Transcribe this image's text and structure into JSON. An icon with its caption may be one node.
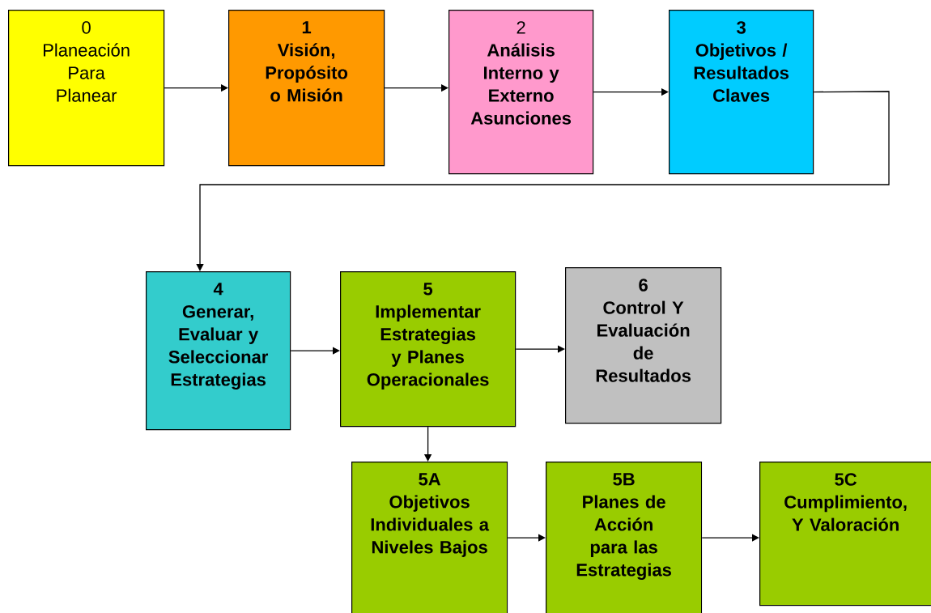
{
  "diagram": {
    "nodes": [
      {
        "text": [
          "0",
          "Planeación Para Planear"
        ]
      },
      {
        "text": [
          "1",
          "Visión, Propósito o Misión"
        ]
      },
      {
        "text": [
          "2",
          "Análisis Interno y Externo Asunciones"
        ]
      },
      {
        "text": [
          "3",
          "Objetivos / Resultados Claves"
        ]
      },
      {
        "text": [
          "4",
          "Generar, Evaluar y Seleccionar Estrategias"
        ]
      },
      {
        "text": [
          "5",
          "Implementar Estrategias y Planes Operacionales"
        ]
      },
      {
        "text": [
          "6",
          "Control Y Evaluación de Resultados"
        ]
      },
      {
        "text": [
          "5A",
          "Objetivos Individuales a Niveles Bajos"
        ]
      },
      {
        "text": [
          "5B",
          "Planes de Acción para las Estrategias"
        ]
      },
      {
        "text": [
          "5C",
          "Cumplimiento, Y Valoración"
        ]
      }
    ],
    "edges": [
      {
        "from": 0,
        "to": 1,
        "arrow": "to"
      },
      {
        "from": 1,
        "to": 2,
        "arrow": "to"
      },
      {
        "from": 2,
        "to": 3,
        "arrow": "to"
      },
      {
        "from": 3,
        "to": 4,
        "arrow": "to"
      },
      {
        "from": 4,
        "to": 5,
        "arrow": "to"
      },
      {
        "from": 5,
        "to": 6,
        "arrow": "to"
      },
      {
        "from": 5,
        "to": 7,
        "arrow": "to"
      },
      {
        "from": 7,
        "to": 8,
        "arrow": "to"
      },
      {
        "from": 8,
        "to": 9,
        "arrow": "to"
      }
    ]
  }
}
